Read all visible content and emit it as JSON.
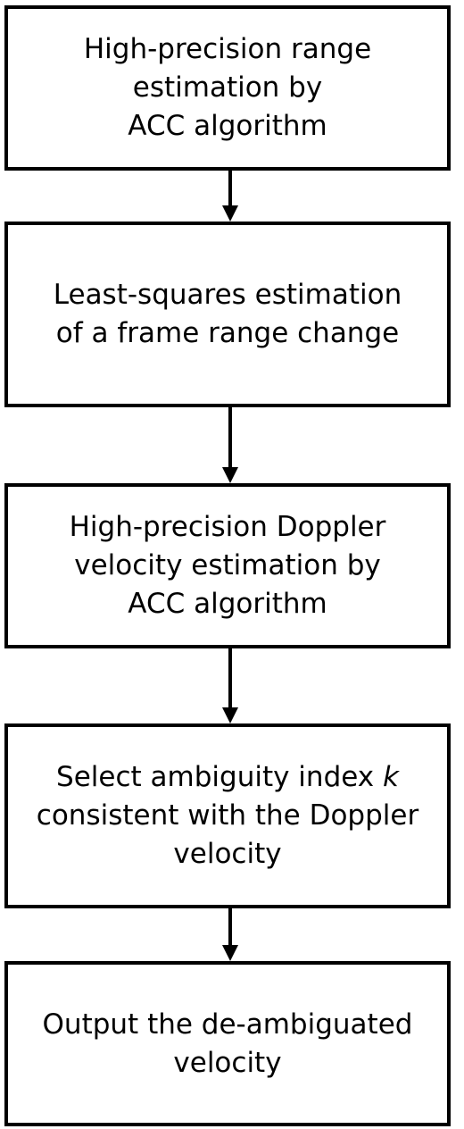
{
  "steps": [
    {
      "id": "step-1",
      "lines": [
        "High-precision range",
        "estimation by",
        "ACC algorithm"
      ]
    },
    {
      "id": "step-2",
      "lines": [
        "Least-squares estimation",
        "of a frame range change"
      ]
    },
    {
      "id": "step-3",
      "lines": [
        "High-precision Doppler",
        "velocity estimation by",
        "ACC algorithm"
      ]
    },
    {
      "id": "step-4",
      "line1_prefix": "Select ambiguity index ",
      "line1_var": "k",
      "lines_rest": [
        "consistent with the Doppler",
        "velocity"
      ]
    },
    {
      "id": "step-5",
      "lines": [
        "Output the de-ambiguated",
        "velocity"
      ]
    }
  ],
  "colors": {
    "stroke": "#000000",
    "background": "#ffffff"
  }
}
